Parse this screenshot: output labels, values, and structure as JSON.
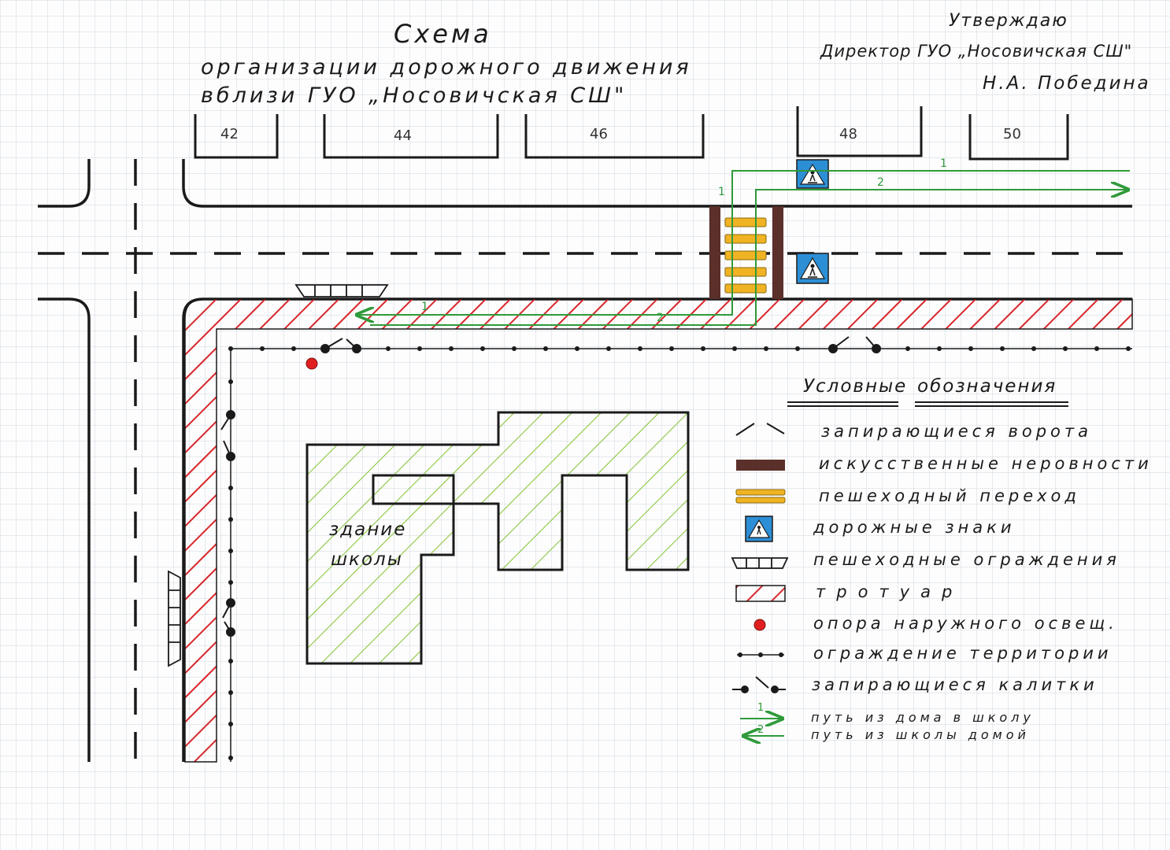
{
  "title": {
    "line1": "Схема",
    "line2": "организации   дорожного движения",
    "line3": "вблизи   ГУО „Носовичская СШ\""
  },
  "approval": {
    "heading": "Утверждаю",
    "position": "Директор ГУО „Носовичская СШ\"",
    "name": "Н.А. Победина"
  },
  "houses": [
    "42",
    "44",
    "46",
    "48",
    "50"
  ],
  "building_label": [
    "здание",
    "школы"
  ],
  "route_labels": {
    "to_school": "1",
    "from_school": "2"
  },
  "legend": {
    "title_left": "Условные",
    "title_right": "обозначения",
    "items": [
      {
        "label": "запирающиеся ворота"
      },
      {
        "label": "искусственные неровности"
      },
      {
        "label": "пешеходный  переход"
      },
      {
        "label": "дорожные  знаки"
      },
      {
        "label": "пешеходные  ограждения"
      },
      {
        "label": "тротуар"
      },
      {
        "label": "опора наружного освещ."
      },
      {
        "label": "ограждение территории"
      },
      {
        "label": "запирающиеся  калитки"
      }
    ],
    "route_1": "путь из дома в школу",
    "route_2": "путь из школы домой"
  },
  "colors": {
    "route": "#2f9a3a",
    "sidewalk": "#d8262b",
    "building_hatch": "#8cc63f",
    "speed_bump": "#5b2f2a",
    "crossing": "#f0b323",
    "sign_bg": "#2c8fd6",
    "lamp": "#e02020"
  }
}
